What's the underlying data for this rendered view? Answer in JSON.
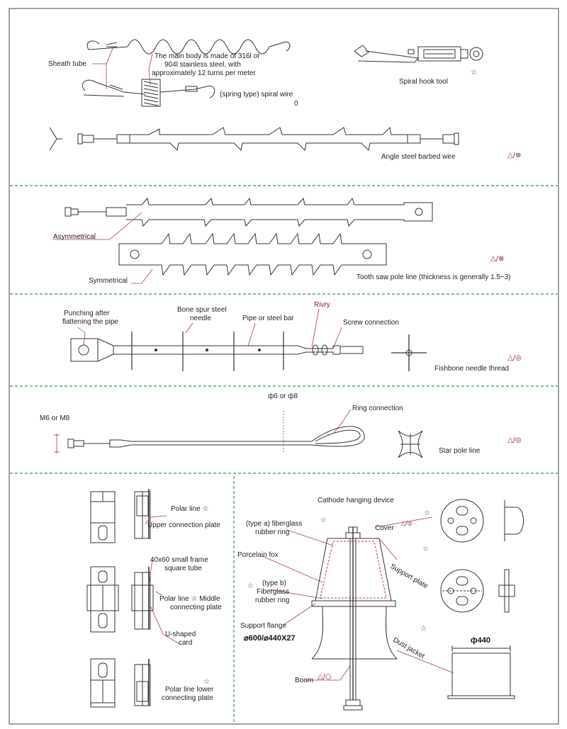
{
  "colors": {
    "line": "#333333",
    "separator": "#2e9b3a",
    "leader": "#b23a4a",
    "symbol": "#8a1a5a"
  },
  "panel1": {
    "sheath_tube": "Sheath tube",
    "main_body_1": "The main body is made of 316l or",
    "main_body_2": "904l stainless steel, with",
    "main_body_3": "approximately 12 turns per meter",
    "spiral_wire": "(spring type) spiral wire",
    "spiral_wire_2": "0",
    "spiral_hook_tool": "Spiral hook tool",
    "angle_steel": "Angle steel barbed wire",
    "star": "☆",
    "symbol": "△/⊗"
  },
  "panel2": {
    "asymmetrical": "Asymmetrical",
    "symmetrical": "Symmetrical",
    "tooth_saw": "Tooth saw pole line (thickness is generally 1.5~3)",
    "symbol": "△/⊗"
  },
  "panel3": {
    "punching_1": "Punching after",
    "punching_2": "flattening the pipe",
    "bone_spur_1": "Bone spur steel",
    "bone_spur_2": "needle",
    "pipe_bar": "Pipe or steel bar",
    "rivry": "Rivry",
    "screw": "Screw connection",
    "fishbone": "Fishbone needle thread",
    "symbol": "△/◎"
  },
  "panel4": {
    "m6_m8": "M6 or M8",
    "phi": "ф6 or ф8",
    "ring_conn": "Ring connection",
    "star_pole": "Star pole line",
    "symbol": "△/◎"
  },
  "panel5": {
    "polar_line": "Polar line ☆",
    "upper_plate": "Upper connection plate",
    "small_frame_1": "40x60 small frame",
    "small_frame_2": "square tube",
    "polar_mid_1": "Polar line ☆  Middle",
    "polar_mid_2": "connecting plate",
    "u_card_1": "U-shaped",
    "u_card_2": "card",
    "polar_lower_1": "Polar line lower",
    "polar_lower_2": "connecting plate",
    "star": "☆"
  },
  "panel6": {
    "cathode": "Cathode hanging device",
    "type_a_1": "(type a) fiberglass",
    "type_a_2": "rubber ring",
    "cover": "Cover",
    "cover_symbol": "△/◎",
    "porcelain": "Porcelain fox",
    "support_plate": "Support plate",
    "type_b_1": "(type b)",
    "type_b_2": "Fiberglass",
    "type_b_3": "rubber ring",
    "support_flange": "Support flange",
    "flange_dims": "⌀600/⌀440X27",
    "phi440": "ф440",
    "dust_jacket": "Dust jacket",
    "boom": "Boom",
    "boom_symbol": "△/○",
    "star": "☆"
  }
}
